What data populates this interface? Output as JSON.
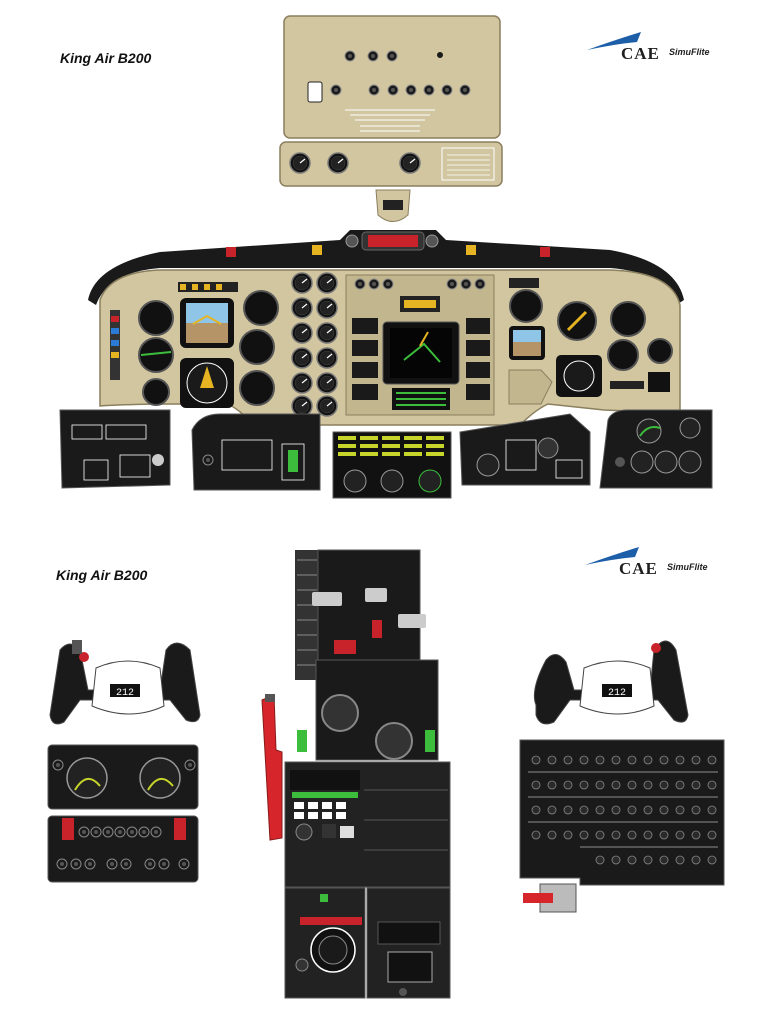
{
  "header_top": {
    "title": "King Air B200"
  },
  "header_bottom": {
    "title": "King Air B200"
  },
  "brand": {
    "name": "CAE",
    "product": "SimuFlite"
  },
  "yoke_display": {
    "reading": "212"
  },
  "colors": {
    "panel_tan": "#d2c6a0",
    "panel_black": "#1a1a1a",
    "handle_red": "#d6262b",
    "cae_blue": "#1c5fa8"
  }
}
